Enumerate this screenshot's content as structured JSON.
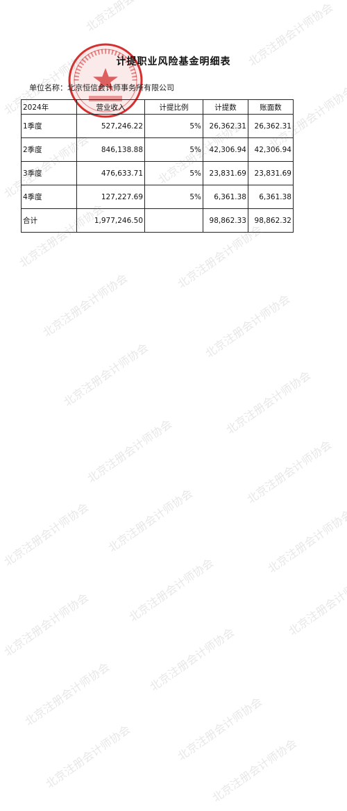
{
  "title": "计提职业风险基金明细表",
  "unit_label": "单位名称：北京恒信会计师事务所有限公司",
  "table": {
    "headers": [
      "2024年",
      "营业收入",
      "计提比例",
      "计提数",
      "账面数"
    ],
    "rows": [
      {
        "period": "1季度",
        "revenue": "527,246.22",
        "rate": "5%",
        "provision": "26,362.31",
        "book": "26,362.31"
      },
      {
        "period": "2季度",
        "revenue": "846,138.88",
        "rate": "5%",
        "provision": "42,306.94",
        "book": "42,306.94"
      },
      {
        "period": "3季度",
        "revenue": "476,633.71",
        "rate": "5%",
        "provision": "23,831.69",
        "book": "23,831.69"
      },
      {
        "period": "4季度",
        "revenue": "127,227.69",
        "rate": "5%",
        "provision": "6,361.38",
        "book": "6,361.38"
      },
      {
        "period": "合计",
        "revenue": "1,977,246.50",
        "rate": "",
        "provision": "98,862.33",
        "book": "98,862.32"
      }
    ]
  },
  "watermark_text": "北京注册会计师协会",
  "colors": {
    "seal": "#d43030",
    "watermark": "#9a9a9a",
    "border": "#222222"
  }
}
